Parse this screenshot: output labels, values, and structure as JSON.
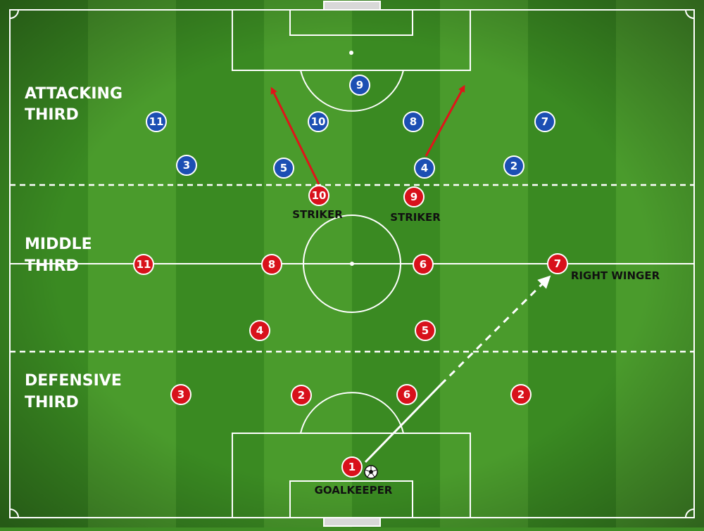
{
  "colors": {
    "grass_dark": "#3a8a22",
    "grass_light": "#4a9b2c",
    "lines": "#ffffff",
    "red_team": "#d8111b",
    "blue_team": "#1c4fb3",
    "arrow_red": "#e0141a",
    "arrow_white": "#ffffff",
    "label_text": "#111111"
  },
  "zones": {
    "attacking": [
      "ATTACKING",
      "THIRD"
    ],
    "middle": [
      "MIDDLE",
      "THIRD"
    ],
    "defensive": [
      "DEFENSIVE",
      "THIRD"
    ]
  },
  "labels": {
    "striker_left": "STRIKER",
    "striker_right": "STRIKER",
    "right_winger": "RIGHT WINGER",
    "goalkeeper": "GOALKEEPER"
  },
  "red_players": [
    "1",
    "2",
    "6",
    "3",
    "2",
    "4",
    "5",
    "11",
    "8",
    "6",
    "7",
    "10",
    "9"
  ],
  "blue_players": [
    "9",
    "11",
    "10",
    "8",
    "7",
    "3",
    "5",
    "4",
    "2"
  ],
  "ball_icon": "soccer-ball-icon"
}
